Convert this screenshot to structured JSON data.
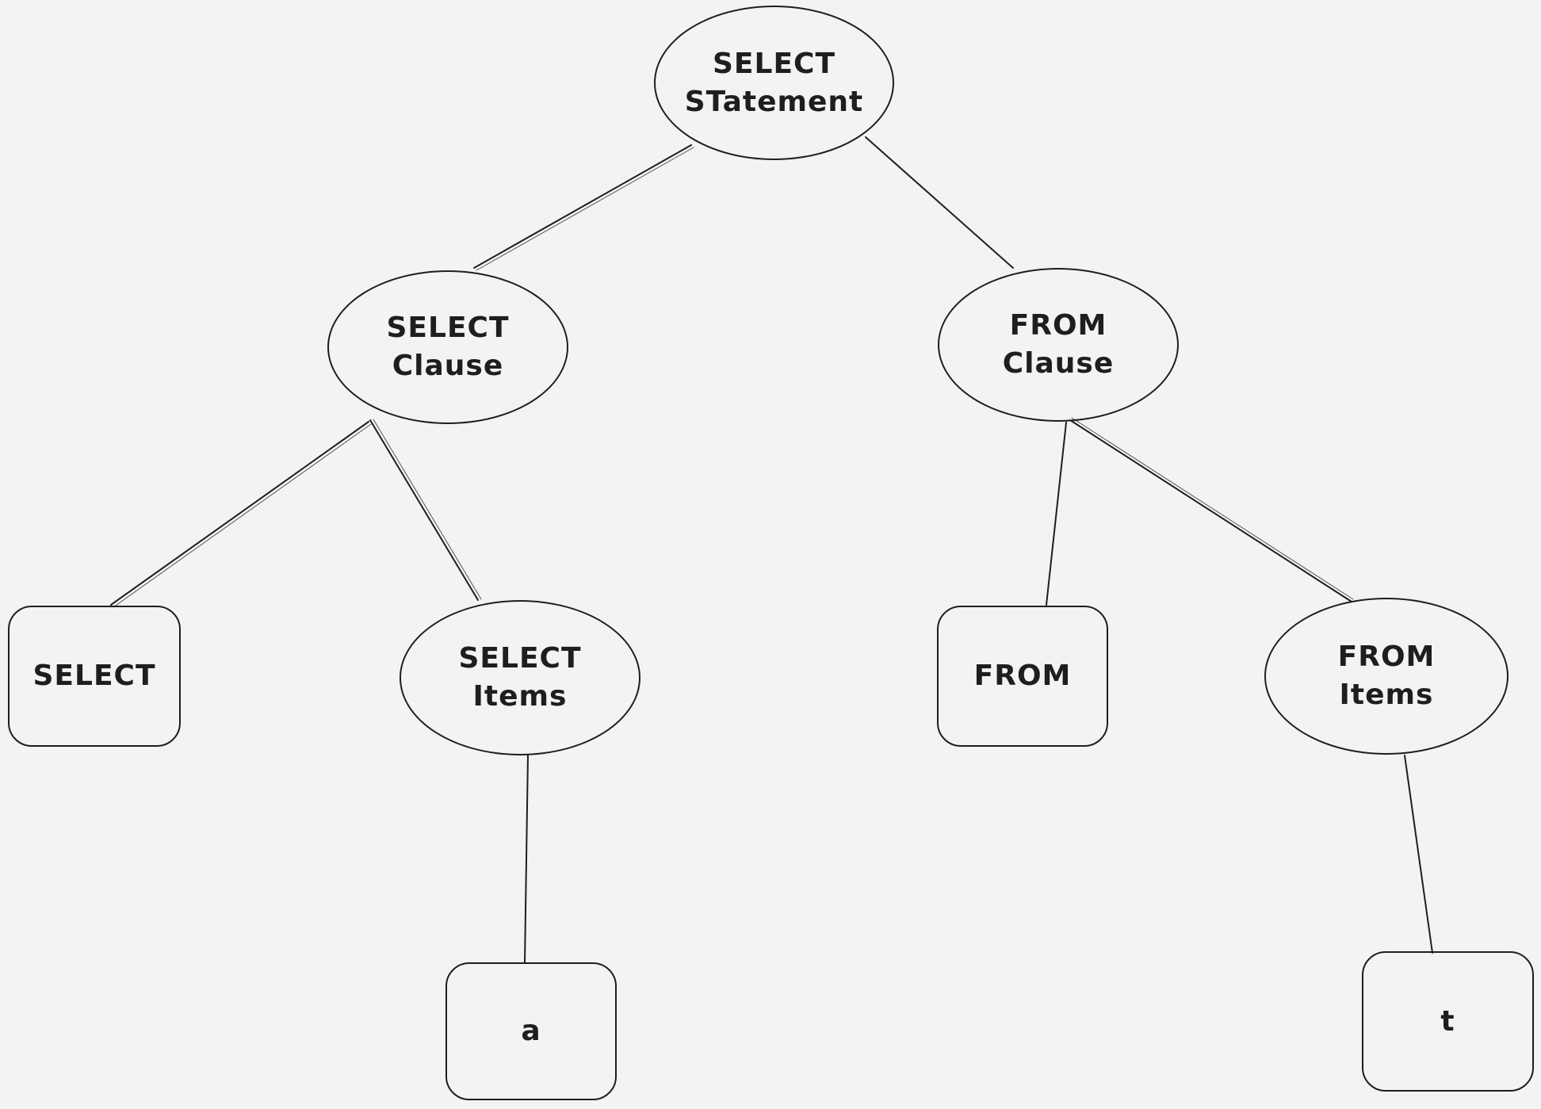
{
  "canvas": {
    "background_color": "#f2f3f5",
    "stroke_color": "#1e1e1e"
  },
  "diagram": {
    "type": "syntax-tree",
    "nodes": {
      "select_statement": {
        "label": "SELECT\nSTatement",
        "shape": "ellipse"
      },
      "select_clause": {
        "label": "SELECT\nClause",
        "shape": "ellipse"
      },
      "from_clause": {
        "label": "FROM\nClause",
        "shape": "ellipse"
      },
      "select_keyword": {
        "label": "SELECT",
        "shape": "rounded-rectangle"
      },
      "select_items": {
        "label": "SELECT\nItems",
        "shape": "ellipse"
      },
      "from_keyword": {
        "label": "FROM",
        "shape": "rounded-rectangle"
      },
      "from_items": {
        "label": "FROM\nItems",
        "shape": "ellipse"
      },
      "item_a": {
        "label": "a",
        "shape": "rounded-rectangle"
      },
      "item_t": {
        "label": "t",
        "shape": "rounded-rectangle"
      }
    },
    "edges": [
      {
        "from": "select_statement",
        "to": "select_clause"
      },
      {
        "from": "select_statement",
        "to": "from_clause"
      },
      {
        "from": "select_clause",
        "to": "select_keyword"
      },
      {
        "from": "select_clause",
        "to": "select_items"
      },
      {
        "from": "from_clause",
        "to": "from_keyword"
      },
      {
        "from": "from_clause",
        "to": "from_items"
      },
      {
        "from": "select_items",
        "to": "item_a"
      },
      {
        "from": "from_items",
        "to": "item_t"
      }
    ]
  }
}
